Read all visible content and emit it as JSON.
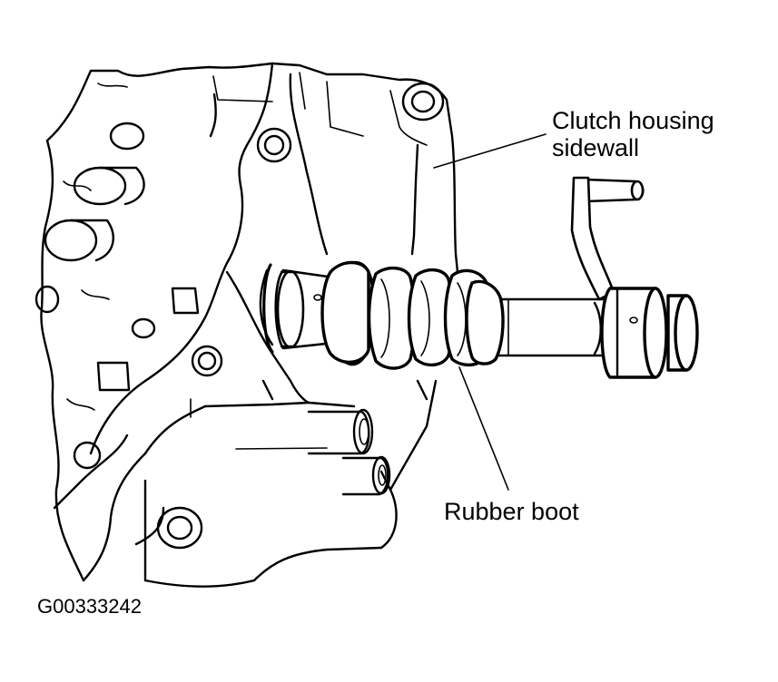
{
  "labels": {
    "clutch_housing_line1": "Clutch housing",
    "clutch_housing_line2": "sidewall",
    "rubber_boot": "Rubber boot"
  },
  "figure_id": "G00333242",
  "colors": {
    "ink": "#000000",
    "paper": "#ffffff"
  }
}
